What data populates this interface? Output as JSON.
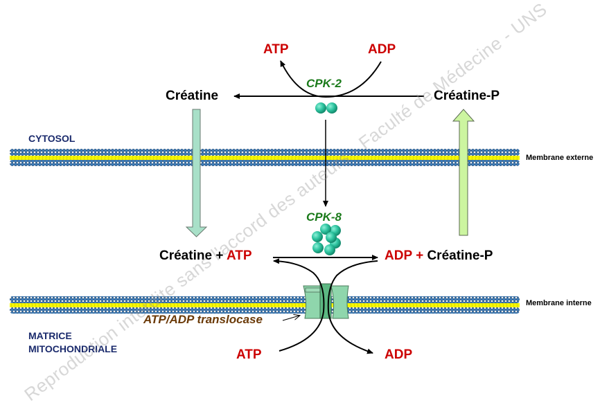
{
  "compartments": {
    "cytosol": "CYTOSOL",
    "matrix_line1": "MATRICE",
    "matrix_line2": "MITOCHONDRIALE"
  },
  "membranes": {
    "outer": "Membrane externe",
    "inner": "Membrane interne"
  },
  "cytosol_reaction": {
    "substrate": "Créatine-P",
    "product": "Créatine",
    "cofactor_in": "ADP",
    "cofactor_out": "ATP",
    "enzyme": "CPK-2"
  },
  "mito_reaction": {
    "left_creatine": "Créatine",
    "left_plus": "+",
    "left_atp": "ATP",
    "right_adp": "ADP",
    "right_plus": "+",
    "right_creatine_p": "Créatine-P",
    "enzyme": "CPK-8"
  },
  "translocase": {
    "label": "ATP/ADP translocase",
    "matrix_atp": "ATP",
    "matrix_adp": "ADP"
  },
  "colors": {
    "metabolite_red": "#cc0000",
    "enzyme_green": "#1a7a1a",
    "compartment_navy": "#1a2a6c",
    "translocase_brown": "#6b3a08",
    "enzyme_sphere": "#2ec4a0",
    "arrow_down_fill": "#a8e0c8",
    "arrow_up_fill": "#ccf5a0",
    "membrane_head": "#3a7ab8",
    "membrane_tail": "#f5f500"
  },
  "watermark": "Reproduction interdite sans l'accord des auteurs - Faculté de Médecine - UNS"
}
